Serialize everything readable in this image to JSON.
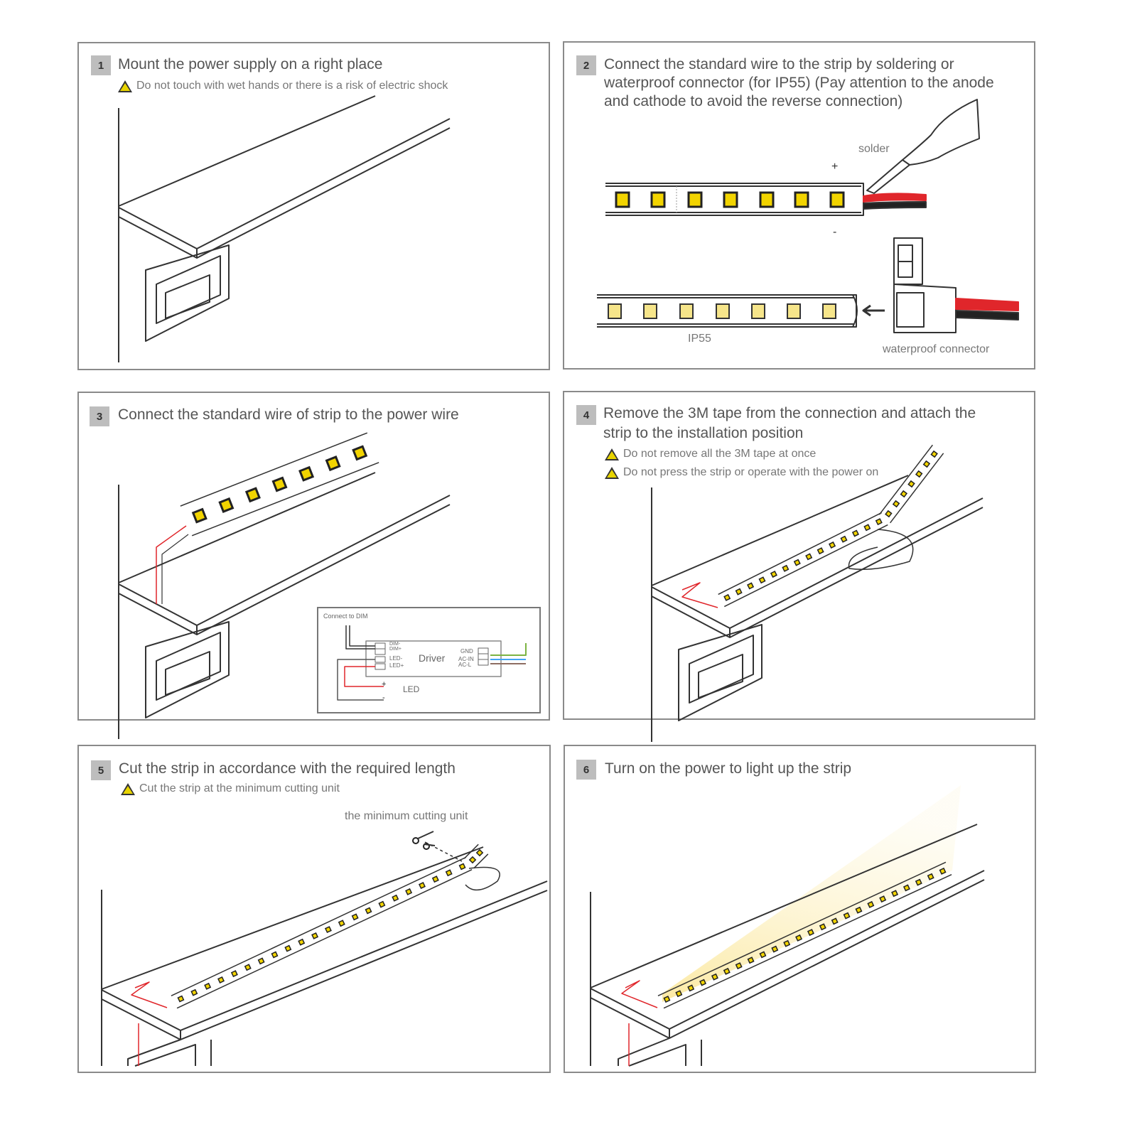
{
  "steps": [
    {
      "number": "1",
      "title": "Mount the power supply on a right place",
      "warnings": [
        "Do not touch with wet hands or there is a risk of electric shock"
      ]
    },
    {
      "number": "2",
      "title_lines": [
        "Connect the standard wire to the strip by soldering or",
        "waterproof connector (for IP55) (Pay attention to the anode",
        "and cathode to avoid the reverse connection)"
      ],
      "labels": {
        "solder": "solder",
        "plus": "+",
        "minus": "-",
        "ip55": "IP55",
        "connector": "waterproof connector"
      }
    },
    {
      "number": "3",
      "title": "Connect the standard wire of strip to the power wire",
      "inset": {
        "connect": "Connect to DIM",
        "driver": "Driver",
        "dim_minus": "DIM-",
        "dim_plus": "DIM+",
        "led_minus": "LED-",
        "led_plus": "LED+",
        "gnd": "GND",
        "ac_in": "AC-IN",
        "ac_l": "AC-L",
        "led": "LED",
        "plus": "+",
        "minus": "-"
      }
    },
    {
      "number": "4",
      "title_lines": [
        "Remove the 3M tape from the connection and attach the",
        "strip to the installation position"
      ],
      "warnings": [
        "Do not remove all the 3M tape at once",
        "Do not press the strip or operate with the power on"
      ]
    },
    {
      "number": "5",
      "title": "Cut the strip in accordance with the required length",
      "warnings": [
        "Cut the strip at the minimum cutting unit"
      ],
      "labels": {
        "cut_unit": "the minimum cutting unit"
      }
    },
    {
      "number": "6",
      "title": "Turn on the power to light up the strip"
    }
  ],
  "colors": {
    "led_yellow": "#f2d400",
    "wire_red": "#e0262b",
    "border": "#8a8a8a",
    "badge": "#bdbdbd",
    "glow": "#fbeaa0"
  }
}
